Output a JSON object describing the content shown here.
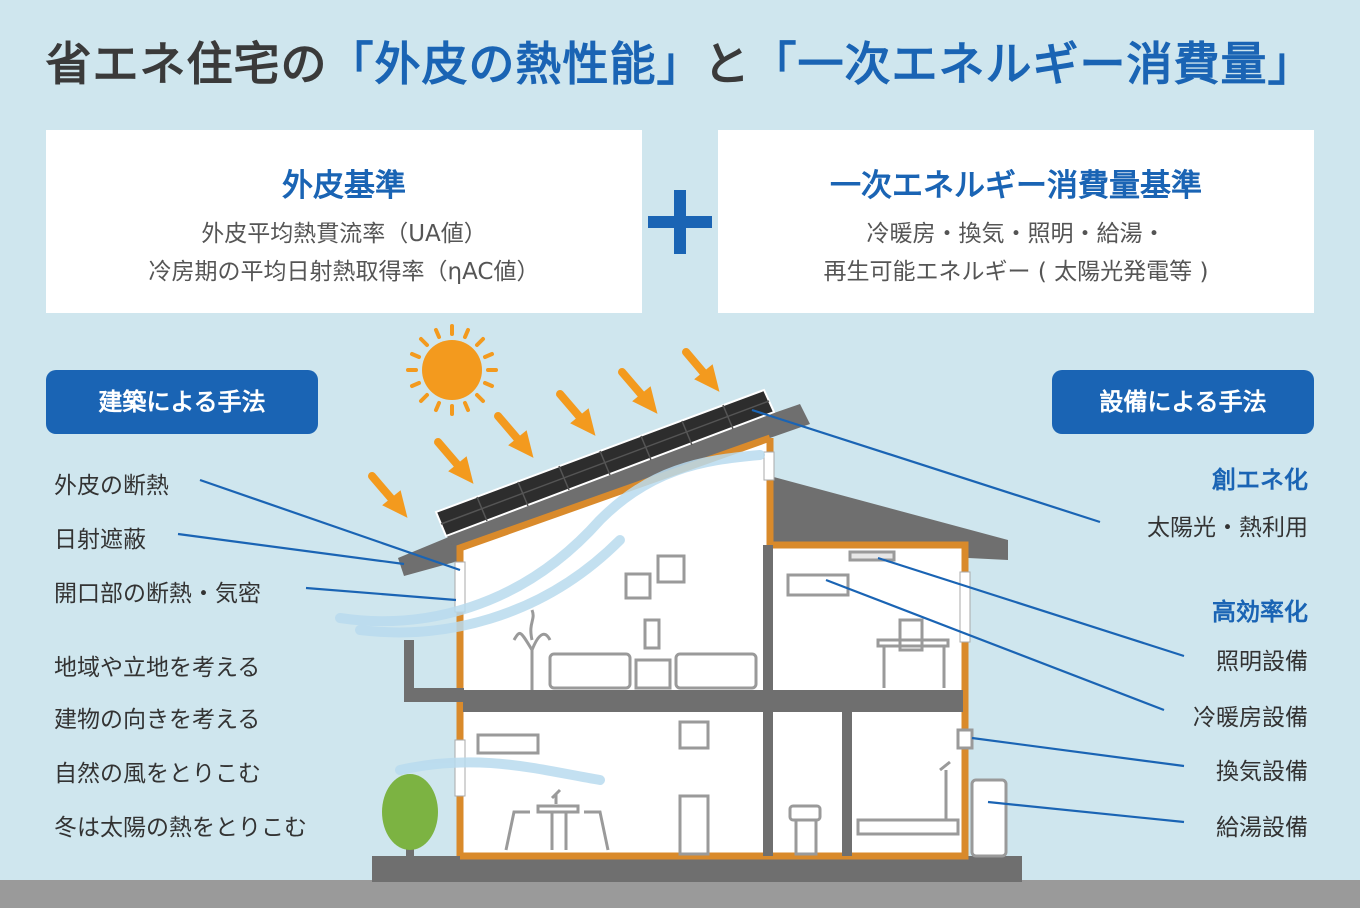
{
  "title": {
    "prefix": "省エネ住宅の",
    "part1": "「外皮の熱性能」",
    "mid": "と",
    "part2": "「一次エネルギー消費量」"
  },
  "left_box": {
    "heading": "外皮基準",
    "line1": "外皮平均熱貫流率（UA値）",
    "line2": "冷房期の平均日射熱取得率（ηAC値）"
  },
  "right_box": {
    "heading": "一次エネルギー消費量基準",
    "line1": "冷暖房・換気・照明・給湯・",
    "line2": "再生可能エネルギー ( 太陽光発電等 )"
  },
  "left_pill": "建築による手法",
  "right_pill": "設備による手法",
  "left_labels": {
    "insulation": "外皮の断熱",
    "shading": "日射遮蔽",
    "openings": "開口部の断熱・気密",
    "region": "地域や立地を考える",
    "orientation": "建物の向きを考える",
    "wind": "自然の風をとりこむ",
    "winter_sun": "冬は太陽の熱をとりこむ"
  },
  "right_headings": {
    "create": "創エネ化",
    "efficiency": "高効率化"
  },
  "right_labels": {
    "solar": "太陽光・熱利用",
    "lighting": "照明設備",
    "hvac": "冷暖房設備",
    "ventilation": "換気設備",
    "water_heater": "給湯設備"
  },
  "colors": {
    "accent_blue": "#1a64b4",
    "sky": "#cfe6ee",
    "sun_orange": "#f39a1e",
    "frame_orange": "#d98a2b",
    "wall_gray": "#6f6f6f",
    "tree_green": "#7cb342"
  }
}
